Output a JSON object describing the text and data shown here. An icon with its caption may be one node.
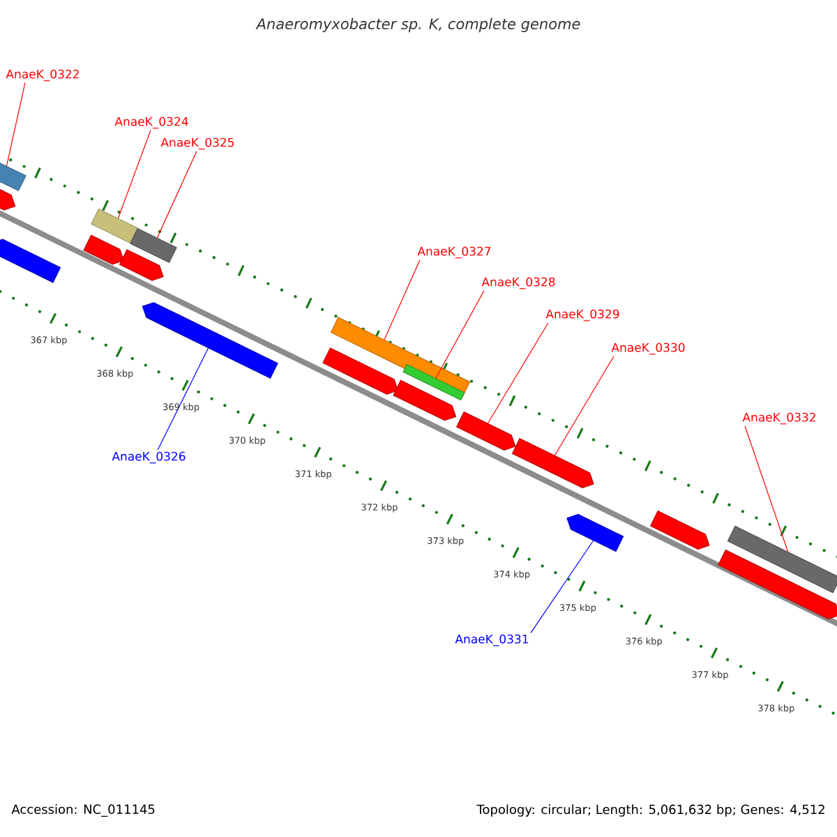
{
  "diagram": {
    "title": "Anaeromyxobacter sp. K, complete genome",
    "nodes": [
      {
        "text": [
          "AnaeK_0322"
        ]
      },
      {
        "text": [
          "AnaeK_0324"
        ]
      },
      {
        "text": [
          "AnaeK_0325"
        ]
      },
      {
        "text": [
          "AnaeK_0327"
        ]
      },
      {
        "text": [
          "AnaeK_0328"
        ]
      },
      {
        "text": [
          "AnaeK_0329"
        ]
      },
      {
        "text": [
          "AnaeK_0330"
        ]
      },
      {
        "text": [
          "AnaeK_0332"
        ]
      },
      {
        "text": [
          "AnaeK_0326"
        ]
      },
      {
        "text": [
          "AnaeK_0331"
        ]
      },
      {
        "text": [],
        "shape": "box"
      },
      {
        "text": [],
        "shape": "arrow"
      },
      {
        "text": [],
        "shape": "arrow"
      },
      {
        "text": [],
        "shape": "arrow"
      },
      {
        "text": [],
        "shape": "box"
      },
      {
        "text": [],
        "shape": "arrow"
      },
      {
        "text": [],
        "shape": "box"
      },
      {
        "text": [],
        "shape": "arrow"
      },
      {
        "text": [],
        "shape": "arrow"
      },
      {
        "text": [],
        "shape": "box"
      },
      {
        "text": [],
        "shape": "arrow"
      },
      {
        "text": [],
        "shape": "box"
      },
      {
        "text": [],
        "shape": "arrow"
      },
      {
        "text": [],
        "shape": "arrow"
      },
      {
        "text": [],
        "shape": "arrow"
      },
      {
        "text": [],
        "shape": "arrow"
      },
      {
        "text": [],
        "shape": "arrow"
      },
      {
        "text": [],
        "shape": "box"
      }
    ],
    "edges": [
      {
        "from": 0,
        "to": 10,
        "arrow": "none"
      },
      {
        "from": 1,
        "to": 14,
        "arrow": "none"
      },
      {
        "from": 2,
        "to": 16,
        "arrow": "none"
      },
      {
        "from": 3,
        "to": 19,
        "arrow": "none"
      },
      {
        "from": 4,
        "to": 21,
        "arrow": "none"
      },
      {
        "from": 5,
        "to": 22,
        "arrow": "none"
      },
      {
        "from": 6,
        "to": 23,
        "arrow": "none"
      },
      {
        "from": 7,
        "to": 27,
        "arrow": "none"
      },
      {
        "from": 8,
        "to": 17,
        "arrow": "none",
        "color": "#0000ff"
      },
      {
        "from": 9,
        "to": 24,
        "arrow": "none",
        "color": "#0000ff"
      }
    ],
    "labels": [
      "367 kbp",
      "368 kbp",
      "369 kbp",
      "370 kbp",
      "371 kbp",
      "372 kbp",
      "373 kbp",
      "374 kbp",
      "375 kbp",
      "376 kbp",
      "377 kbp",
      "378 kbp",
      "Accession: NC_011145",
      "Topology: circular; Length: 5,061,632 bp; Genes: 4,512"
    ]
  }
}
